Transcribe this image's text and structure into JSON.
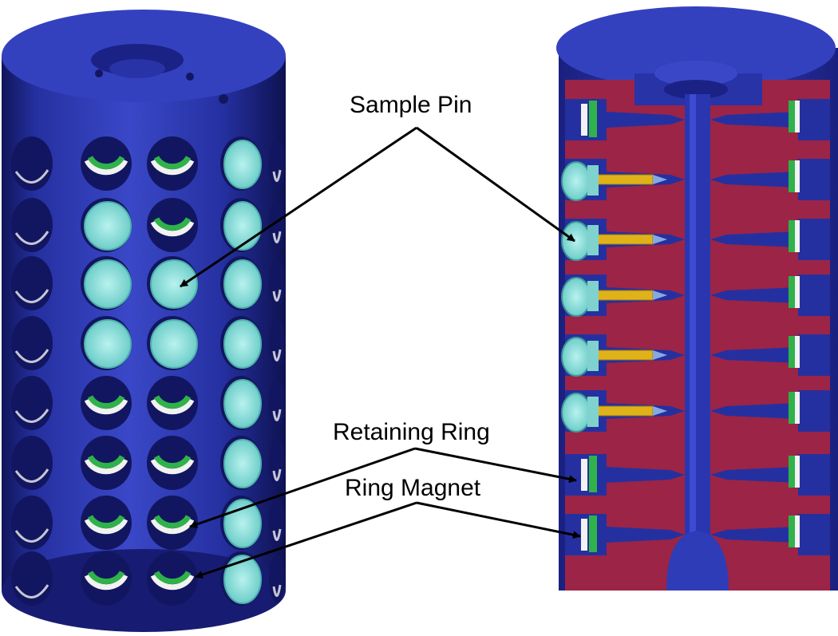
{
  "labels": {
    "sample_pin": "Sample Pin",
    "retaining_ring": "Retaining Ring",
    "ring_magnet": "Ring Magnet"
  },
  "parts": {
    "left_view": "closed-cylinder-holder",
    "right_view": "sectioned-cylinder-holder"
  },
  "colors": {
    "body_blue": "#2a33a8",
    "body_dark": "#151a6a",
    "cut_face": "#9c2446",
    "pin_cap": "#8fe0dc",
    "pin_shaft": "#e0b21a",
    "ring_green": "#2fb24a",
    "magnet_white": "#f2f2f2",
    "arrow": "#000000"
  },
  "icons": [
    "arrow-head"
  ]
}
